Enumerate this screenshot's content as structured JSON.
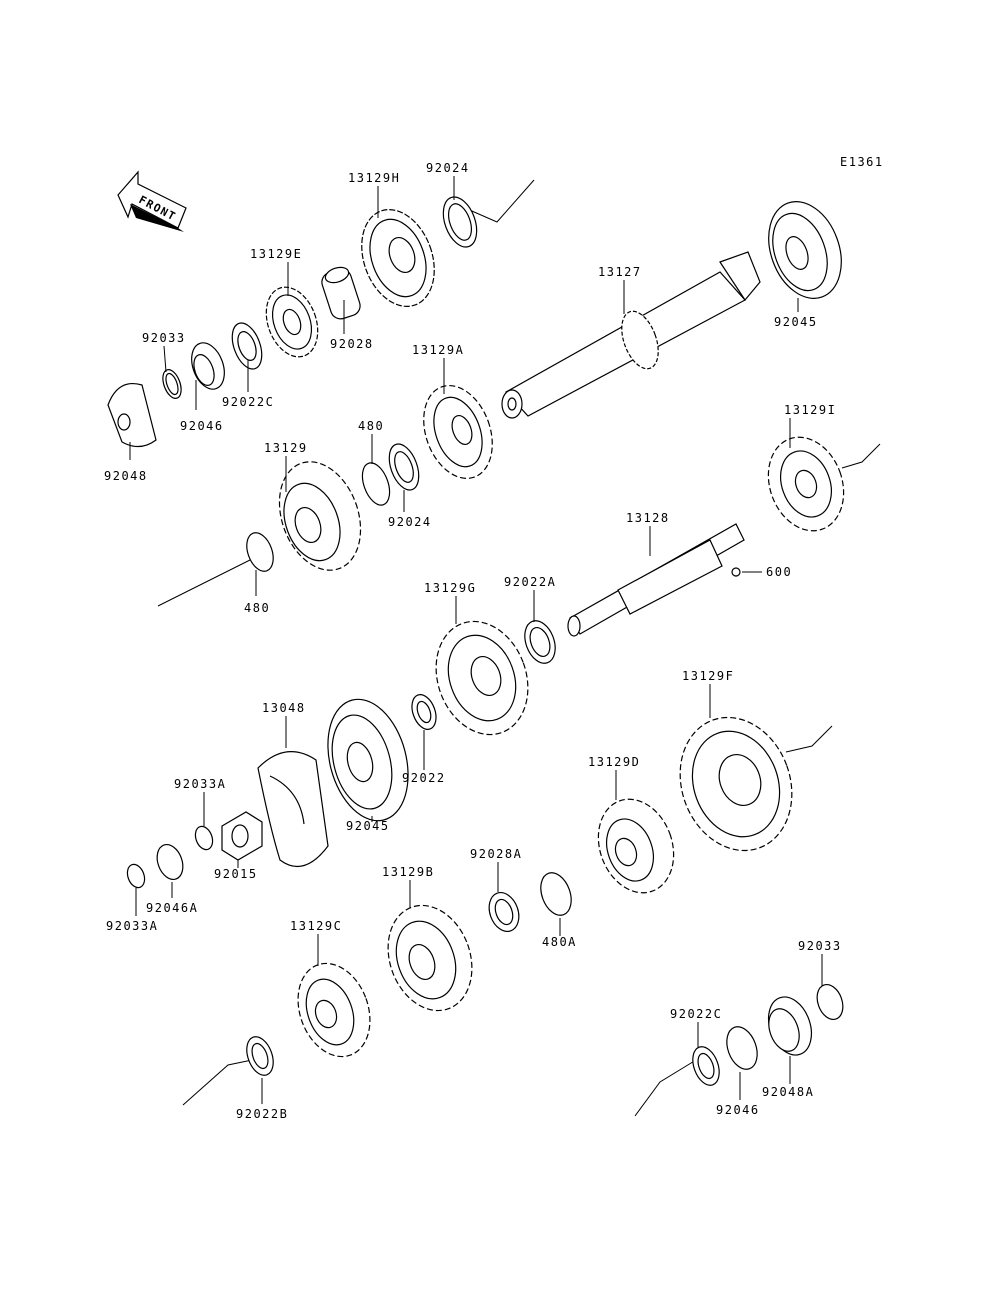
{
  "diagram_code": "E1361",
  "front_label": "FRONT",
  "labels": {
    "p13129H": "13129H",
    "p92024a": "92024",
    "p13129E": "13129E",
    "p92028": "92028",
    "p92033a": "92033",
    "p92046a": "92046",
    "p92022C_a": "92022C",
    "p92048": "92048",
    "p13127": "13127",
    "p92045a": "92045",
    "p13129A": "13129A",
    "p13129": "13129",
    "p480a": "480",
    "p92024b": "92024",
    "p480b": "480",
    "p13129I": "13129I",
    "p13128": "13128",
    "p600": "600",
    "p13129G": "13129G",
    "p92022A": "92022A",
    "p13048": "13048",
    "p92022": "92022",
    "p92045b": "92045",
    "p13129F": "13129F",
    "p92033A_a": "92033A",
    "p92015": "92015",
    "p92046A": "92046A",
    "p92033A_b": "92033A",
    "p13129D": "13129D",
    "p92028A": "92028A",
    "p480A": "480A",
    "p13129B": "13129B",
    "p13129C": "13129C",
    "p92022B": "92022B",
    "p92033b": "92033",
    "p92022C_b": "92022C",
    "p92046b": "92046",
    "p92048A": "92048A"
  }
}
